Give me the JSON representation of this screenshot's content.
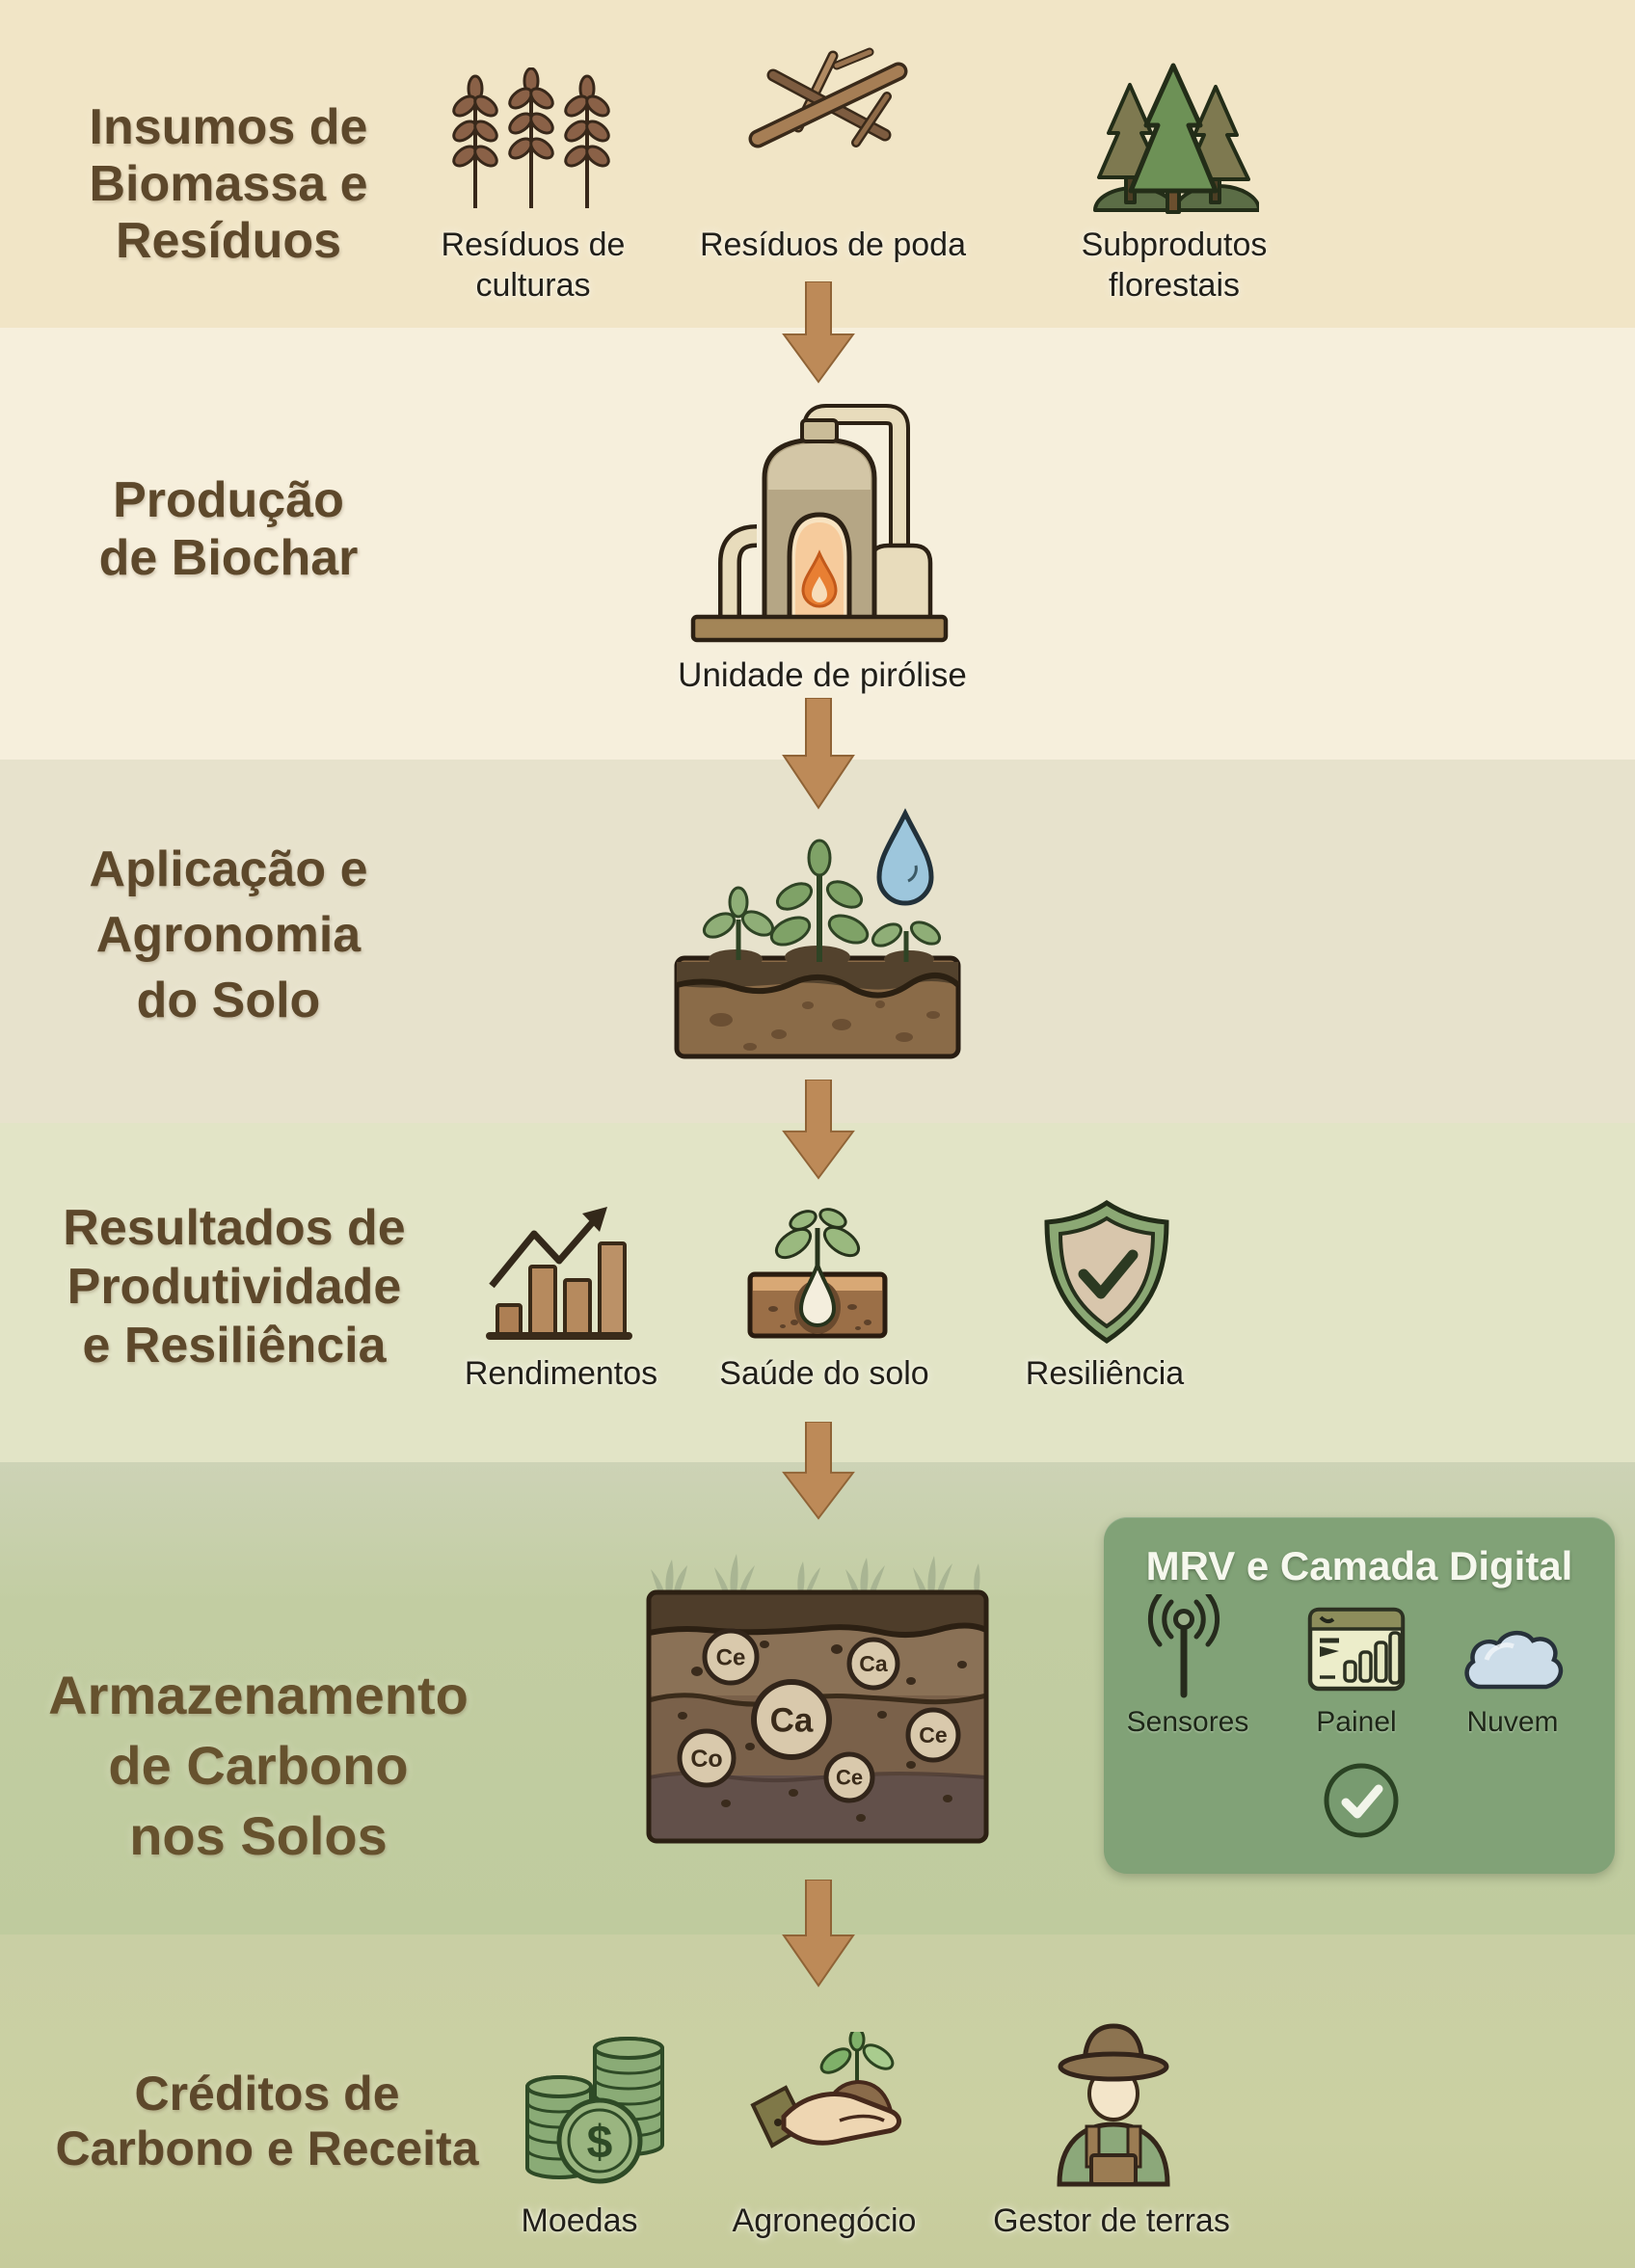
{
  "infographic": {
    "language": "pt",
    "theme": "biochar-carbon-flow",
    "flow_arrow_count": 5
  },
  "colors": {
    "section1_bg": "#f1e5c6",
    "section2_bg": "#f6efdc",
    "section3_bg": "#e7e2cc",
    "section4_bg": "#e2e4c6",
    "section5_bg": "#c2cda2",
    "section6_bg": "#cbd0a2",
    "title_brown": "#5d482b",
    "caption_dark": "#211f19",
    "arrow_tan": "#bd8a58",
    "mrv_panel_green": "#81a277",
    "mrv_title_white": "#f6f8ee",
    "fire_orange": "#e87f33",
    "water_blue": "#9dc6dc",
    "coin_green": "#8aab76"
  },
  "sections": [
    {
      "title": "Insumos de\nBiomassa e\nResíduos",
      "items": [
        {
          "icon": "wheat-icon",
          "label": "Resíduos de\nculturas"
        },
        {
          "icon": "pruning-branches-icon",
          "label": "Resíduos de poda"
        },
        {
          "icon": "pine-trees-icon",
          "label": "Subprodutos\nflorestais"
        }
      ]
    },
    {
      "title": "Produção\nde Biochar",
      "items": [
        {
          "icon": "pyrolysis-unit-icon",
          "label": "Unidade de pirólise"
        }
      ]
    },
    {
      "title": "Aplicação e\nAgronomia\ndo Solo",
      "items": [
        {
          "icon": "plants-soil-waterdrop-icon",
          "label": ""
        }
      ]
    },
    {
      "title": "Resultados de\nProdutividade\ne Resiliência",
      "items": [
        {
          "icon": "yield-bar-chart-icon",
          "label": "Rendimentos"
        },
        {
          "icon": "soil-health-icon",
          "label": "Saúde do solo"
        },
        {
          "icon": "shield-check-icon",
          "label": "Resiliência"
        }
      ]
    },
    {
      "title": "Armazenamento\nde Carbono\nnos Solos",
      "soil_particles": [
        "Ce",
        "Ca",
        "Ca",
        "Co",
        "Ce",
        "Ce"
      ],
      "mrv_panel": {
        "title": "MRV e Camada Digital",
        "items": [
          {
            "icon": "sensor-antenna-icon",
            "label": "Sensores"
          },
          {
            "icon": "dashboard-icon",
            "label": "Painel"
          },
          {
            "icon": "cloud-icon",
            "label": "Nuvem"
          }
        ],
        "check_icon": "check-circle-icon"
      }
    },
    {
      "title": "Créditos de\nCarbono e Receita",
      "items": [
        {
          "icon": "coins-icon",
          "label": "Moedas",
          "currency_symbol": "$"
        },
        {
          "icon": "hand-plant-icon",
          "label": "Agronegócio"
        },
        {
          "icon": "farmer-icon",
          "label": "Gestor de terras"
        }
      ]
    }
  ]
}
